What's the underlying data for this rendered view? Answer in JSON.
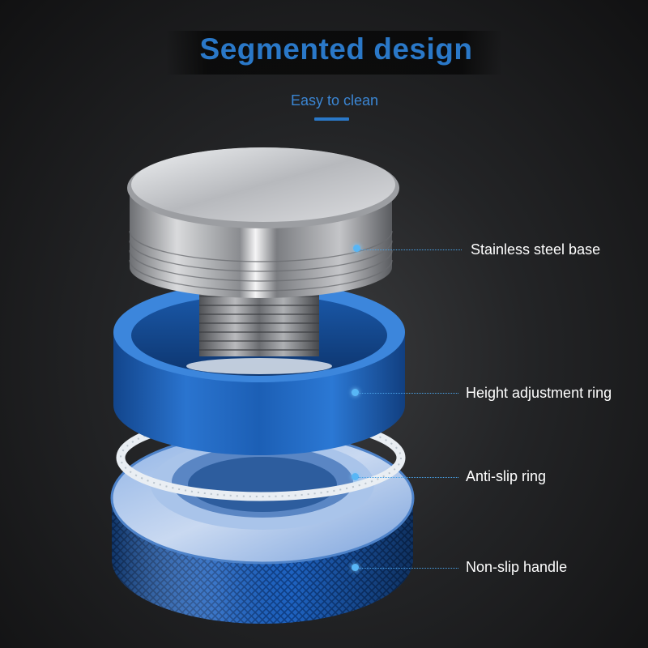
{
  "header": {
    "title": "Segmented design",
    "subtitle": "Easy to clean"
  },
  "callouts": [
    {
      "label": "Stainless steel base"
    },
    {
      "label": "Height adjustment ring"
    },
    {
      "label": "Anti-slip ring"
    },
    {
      "label": "Non-slip handle"
    }
  ],
  "colors": {
    "accent": "#2a78c8",
    "ring_blue": "#1f66c2",
    "steel": "#c8c9cc",
    "background": "#1b1c1e"
  }
}
